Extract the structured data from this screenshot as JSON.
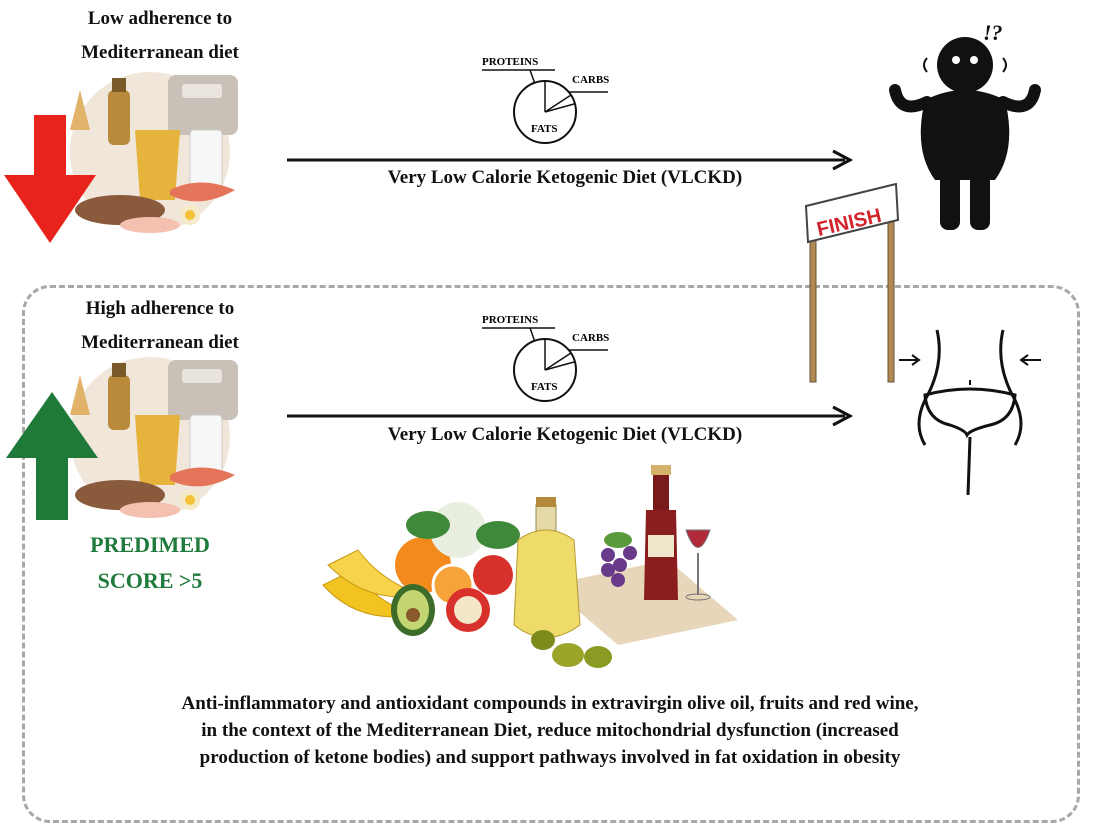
{
  "top": {
    "title_line1": "Low adherence to",
    "title_line2": "Mediterranean diet",
    "arrow_label": "Very Low Calorie Ketogenic Diet (VLCKD)",
    "pie": {
      "proteins": "PROTEINS",
      "carbs": "CARBS",
      "fats": "FATS"
    },
    "person_mark": "!?"
  },
  "bottom": {
    "title_line1": "High adherence to",
    "title_line2": "Mediterranean diet",
    "arrow_label": "Very Low Calorie Ketogenic Diet (VLCKD)",
    "pie": {
      "proteins": "PROTEINS",
      "carbs": "CARBS",
      "fats": "FATS"
    },
    "score_line1": "PREDIMED",
    "score_line2": "SCORE >5",
    "summary": [
      "Anti-inflammatory and antioxidant compounds in extravirgin olive oil, fruits and red wine,",
      "in the context of the Mediterranean Diet, reduce mitochondrial dysfunction (increased",
      "production of ketone bodies) and support pathways involved in fat oxidation in obesity"
    ]
  },
  "finish_sign": "FINISH",
  "colors": {
    "down_arrow": "#e8231b",
    "up_arrow": "#1f7a3a",
    "predimed_text": "#1e7b3c",
    "dashed_border": "#a8a8a8",
    "finish_text": "#d2232a"
  }
}
